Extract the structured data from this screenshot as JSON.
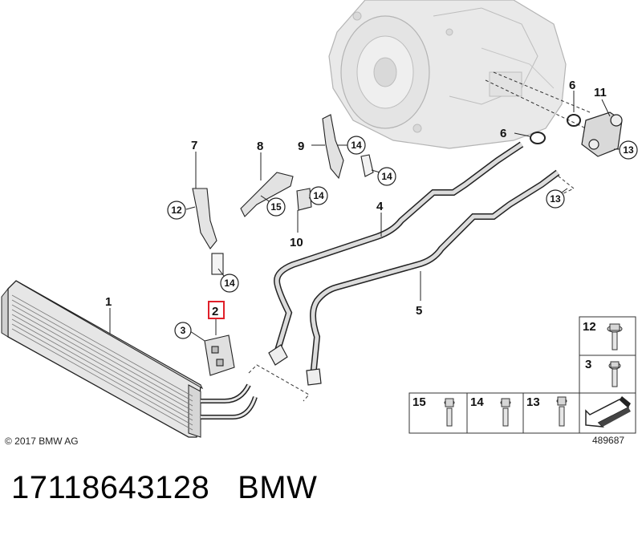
{
  "copyright": "© 2017 BMW AG",
  "drawing_number": "489687",
  "caption": {
    "part_number": "17118643128",
    "brand": "BMW"
  },
  "highlighted_callout": "2",
  "callouts": {
    "c1": "1",
    "c2": "2",
    "c3": "3",
    "c4": "4",
    "c5": "5",
    "c6a": "6",
    "c6b": "6",
    "c7": "7",
    "c8": "8",
    "c9": "9",
    "c10": "10",
    "c11": "11",
    "c12": "12",
    "c13a": "13",
    "c13b": "13",
    "c14a": "14",
    "c14b": "14",
    "c14c": "14",
    "c14d": "14",
    "c15": "15"
  },
  "screw_kit": {
    "k12": "12",
    "k3": "3",
    "k15": "15",
    "k14": "14",
    "k13": "13"
  },
  "colors": {
    "line": "#222222",
    "part_fill": "#e9e9e9",
    "part_shade": "#c8c8c8",
    "transmission": "#dadada",
    "highlight": "#e0202a"
  }
}
